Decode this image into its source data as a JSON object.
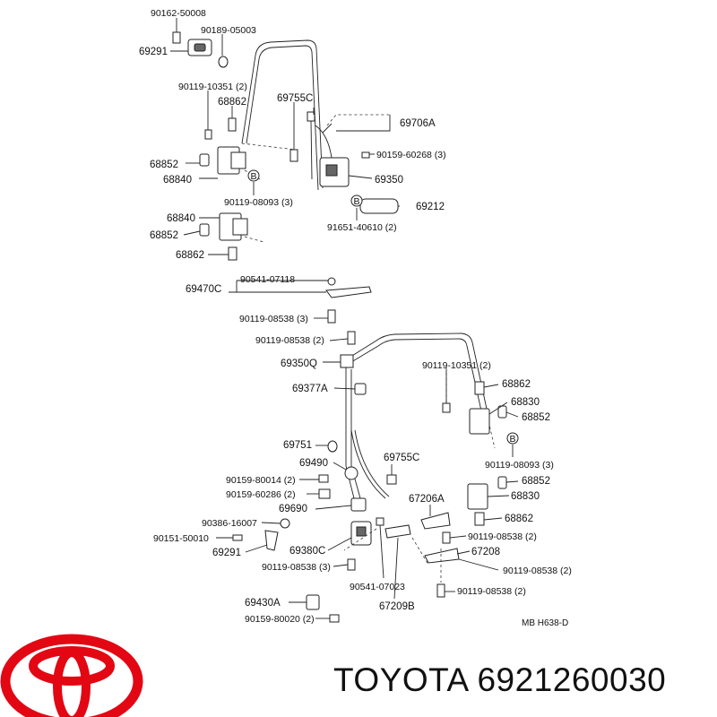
{
  "brand": {
    "name": "TOYOTA",
    "part_number": "6921260030",
    "logo_color": "#e30613"
  },
  "diagram_code": "MB  H638-D",
  "callouts": [
    {
      "id": "c1",
      "text": "90162-50008"
    },
    {
      "id": "c2",
      "text": "90189-05003"
    },
    {
      "id": "c3",
      "text": "69291"
    },
    {
      "id": "c4",
      "text": "90119-10351 (2)"
    },
    {
      "id": "c5",
      "text": "68862"
    },
    {
      "id": "c6",
      "text": "69755C"
    },
    {
      "id": "c7",
      "text": "69706A"
    },
    {
      "id": "c8",
      "text": "90159-60268 (3)"
    },
    {
      "id": "c9",
      "text": "68852"
    },
    {
      "id": "c10",
      "text": "68840"
    },
    {
      "id": "c11",
      "text": "69350"
    },
    {
      "id": "c12",
      "text": "90119-08093 (3)"
    },
    {
      "id": "c13",
      "text": "69212"
    },
    {
      "id": "c14",
      "text": "68840"
    },
    {
      "id": "c15",
      "text": "91651-40610 (2)"
    },
    {
      "id": "c16",
      "text": "68852"
    },
    {
      "id": "c17",
      "text": "68862"
    },
    {
      "id": "c18",
      "text": "90541-07118"
    },
    {
      "id": "c19",
      "text": "69470C"
    },
    {
      "id": "c20",
      "text": "90119-08538 (3)"
    },
    {
      "id": "c21",
      "text": "90119-08538 (2)"
    },
    {
      "id": "c22",
      "text": "69350Q"
    },
    {
      "id": "c23",
      "text": "90119-10351 (2)"
    },
    {
      "id": "c24",
      "text": "68862"
    },
    {
      "id": "c25",
      "text": "69377A"
    },
    {
      "id": "c26",
      "text": "68830"
    },
    {
      "id": "c27",
      "text": "68852"
    },
    {
      "id": "c28",
      "text": "69751"
    },
    {
      "id": "c29",
      "text": "69490"
    },
    {
      "id": "c30",
      "text": "69755C"
    },
    {
      "id": "c31",
      "text": "90119-08093 (3)"
    },
    {
      "id": "c32",
      "text": "90159-80014 (2)"
    },
    {
      "id": "c33",
      "text": "68852"
    },
    {
      "id": "c34",
      "text": "90159-60286 (2)"
    },
    {
      "id": "c35",
      "text": "67206A"
    },
    {
      "id": "c36",
      "text": "68830"
    },
    {
      "id": "c37",
      "text": "69690"
    },
    {
      "id": "c38",
      "text": "90386-16007"
    },
    {
      "id": "c39",
      "text": "68862"
    },
    {
      "id": "c40",
      "text": "90151-50010"
    },
    {
      "id": "c41",
      "text": "90119-08538 (2)"
    },
    {
      "id": "c42",
      "text": "69291"
    },
    {
      "id": "c43",
      "text": "69380C"
    },
    {
      "id": "c44",
      "text": "67208"
    },
    {
      "id": "c45",
      "text": "90119-08538 (3)"
    },
    {
      "id": "c46",
      "text": "90119-08538 (2)"
    },
    {
      "id": "c47",
      "text": "90541-07023"
    },
    {
      "id": "c48",
      "text": "69430A"
    },
    {
      "id": "c49",
      "text": "90119-08538 (2)"
    },
    {
      "id": "c50",
      "text": "67209B"
    },
    {
      "id": "c51",
      "text": "90159-80020 (2)"
    }
  ],
  "markers": [
    {
      "id": "m1",
      "text": "B"
    },
    {
      "id": "m2",
      "text": "B"
    },
    {
      "id": "m3",
      "text": "B"
    }
  ]
}
